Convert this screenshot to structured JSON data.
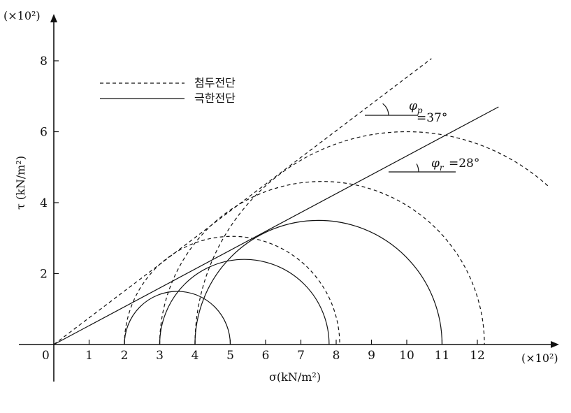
{
  "chart_data": {
    "type": "diagram",
    "x_axis": {
      "ticks": [
        1,
        2,
        3,
        4,
        5,
        6,
        7,
        8,
        9,
        10,
        11,
        12
      ],
      "origin_label": "0",
      "scale_label": "(×10²)",
      "label": "σ(kN/m²)",
      "range": [
        0,
        14
      ]
    },
    "y_axis": {
      "ticks": [
        2,
        4,
        6,
        8
      ],
      "scale_label": "(×10²)",
      "label": "τ (kN/m²)",
      "range": [
        0,
        9.5
      ]
    },
    "legend": [
      {
        "style": "dashed",
        "label": "첨두전단"
      },
      {
        "style": "solid",
        "label": "극한전단"
      }
    ],
    "envelopes": [
      {
        "name": "첨두전단",
        "style": "dashed",
        "angle_deg": 37,
        "x_end": 10.7
      },
      {
        "name": "극한전단",
        "style": "solid",
        "angle_deg": 28,
        "x_end": 12.6
      }
    ],
    "angle_labels": {
      "peak": {
        "symbol": "φ",
        "sub": "p",
        "value": "=37°"
      },
      "residual": {
        "symbol": "φ",
        "sub": "r",
        "value": "=28°"
      }
    },
    "mohr_circles": [
      {
        "style": "solid",
        "sigma3": 2,
        "sigma1": 5
      },
      {
        "style": "solid",
        "sigma3": 3,
        "sigma1": 7.8
      },
      {
        "style": "solid",
        "sigma3": 4,
        "sigma1": 11
      },
      {
        "style": "dashed",
        "sigma3": 2,
        "sigma1": 8.1
      },
      {
        "style": "dashed",
        "sigma3": 3,
        "sigma1": 12.2
      },
      {
        "style": "dashed",
        "sigma3": 4,
        "sigma1": 16,
        "partial": true
      }
    ]
  }
}
